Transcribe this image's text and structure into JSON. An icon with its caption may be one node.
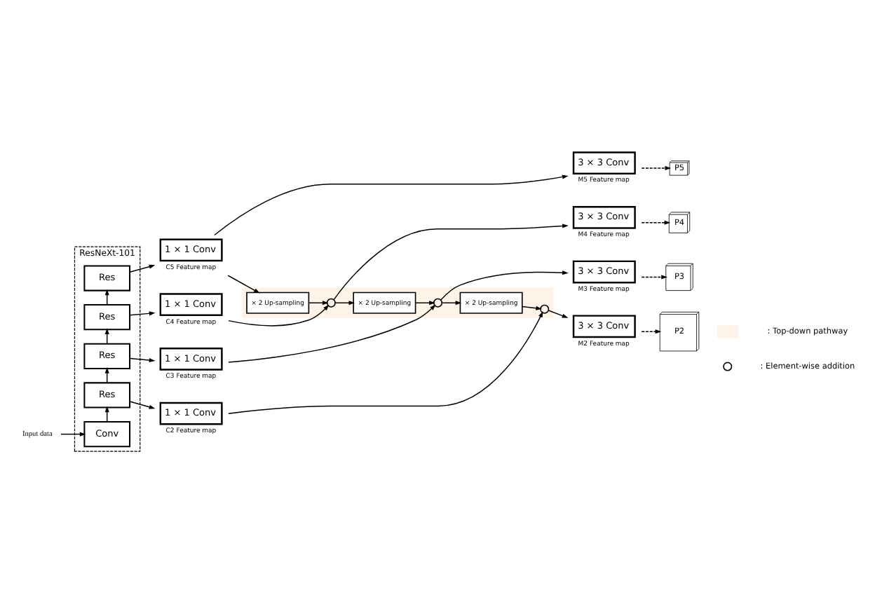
{
  "diagram": {
    "nodes": [
      {
        "text": [
          "ResNeXt-101"
        ]
      },
      {
        "text": [
          "Res"
        ],
        "in": 0
      },
      {
        "text": [
          "Res"
        ],
        "in": 0
      },
      {
        "text": [
          "Res"
        ],
        "in": 0
      },
      {
        "text": [
          "Res"
        ],
        "in": 0
      },
      {
        "text": [
          "Conv"
        ],
        "in": 0
      },
      {
        "text": [
          "Input data"
        ]
      },
      {
        "text": [
          "1 × 1 Conv"
        ],
        "beside": [
          "C5 Feature map"
        ]
      },
      {
        "text": [
          "1 × 1 Conv"
        ],
        "beside": [
          "C4 Feature map"
        ]
      },
      {
        "text": [
          "1 × 1 Conv"
        ],
        "beside": [
          "C3 Feature map"
        ]
      },
      {
        "text": [
          "1 × 1 Conv"
        ],
        "beside": [
          "C2 Feature map"
        ]
      },
      {
        "text": [
          "3 × 3 Conv"
        ],
        "beside": [
          "M5 Feature map"
        ]
      },
      {
        "text": [
          "3 × 3 Conv"
        ],
        "beside": [
          "M4 Feature map"
        ]
      },
      {
        "text": [
          "3 × 3 Conv"
        ],
        "beside": [
          "M3 Feature map"
        ]
      },
      {
        "text": [
          "3 × 3 Conv"
        ],
        "beside": [
          "M2 Feature map"
        ]
      },
      {
        "text": [
          "P5"
        ]
      },
      {
        "text": [
          "P4"
        ]
      },
      {
        "text": [
          "P3"
        ]
      },
      {
        "text": [
          "P2"
        ]
      },
      {
        "text": [],
        "shape": "box"
      },
      {
        "text": [
          "× 2 Up-sampling"
        ],
        "in": 19
      },
      {
        "text": [
          "× 2 Up-sampling"
        ],
        "in": 19
      },
      {
        "text": [
          "× 2 Up-sampling"
        ],
        "in": 19
      },
      {
        "text": [],
        "shape": "circle",
        "in": 19
      },
      {
        "text": [],
        "shape": "circle",
        "in": 19
      },
      {
        "text": [],
        "shape": "circle",
        "in": 19
      }
    ],
    "edges": [
      {
        "from": 6,
        "to": 5,
        "arrow": "to"
      },
      {
        "from": 5,
        "to": 4,
        "arrow": "to"
      },
      {
        "from": 4,
        "to": 3,
        "arrow": "to"
      },
      {
        "from": 3,
        "to": 2,
        "arrow": "to"
      },
      {
        "from": 2,
        "to": 1,
        "arrow": "to"
      },
      {
        "from": 1,
        "to": 7,
        "arrow": "to"
      },
      {
        "from": 2,
        "to": 8,
        "arrow": "to"
      },
      {
        "from": 3,
        "to": 9,
        "arrow": "to"
      },
      {
        "from": 4,
        "to": 10,
        "arrow": "to"
      },
      {
        "from": 7,
        "to": 11,
        "arrow": "to"
      },
      {
        "from": 7,
        "to": 20,
        "arrow": "to"
      },
      {
        "from": 20,
        "to": 23,
        "arrow": "to"
      },
      {
        "from": 8,
        "to": 23,
        "arrow": "to"
      },
      {
        "from": 23,
        "to": 12,
        "arrow": "to"
      },
      {
        "from": 23,
        "to": 21,
        "arrow": "to"
      },
      {
        "from": 21,
        "to": 24,
        "arrow": "to"
      },
      {
        "from": 9,
        "to": 24,
        "arrow": "to"
      },
      {
        "from": 24,
        "to": 13,
        "arrow": "to"
      },
      {
        "from": 24,
        "to": 22,
        "arrow": "to"
      },
      {
        "from": 22,
        "to": 25,
        "arrow": "to"
      },
      {
        "from": 10,
        "to": 25,
        "arrow": "to"
      },
      {
        "from": 25,
        "to": 14,
        "arrow": "to"
      },
      {
        "from": 11,
        "to": 15,
        "arrow": "to",
        "style": "dashed"
      },
      {
        "from": 12,
        "to": 16,
        "arrow": "to",
        "style": "dashed"
      },
      {
        "from": 13,
        "to": 17,
        "arrow": "to",
        "style": "dashed"
      },
      {
        "from": 14,
        "to": 18,
        "arrow": "to",
        "style": "dashed"
      }
    ],
    "legend": [
      {
        "text": ": Top-down pathway",
        "color": "#fdf3e7"
      },
      {
        "text": ": Element-wise addition"
      }
    ]
  }
}
